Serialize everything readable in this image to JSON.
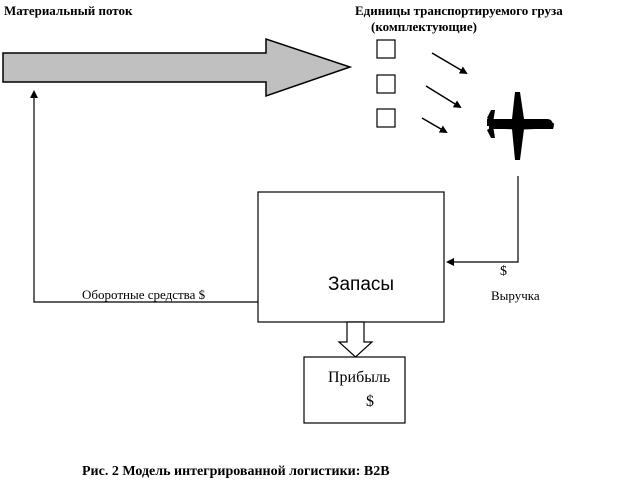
{
  "labels": {
    "material_flow": "Материальный поток",
    "cargo_units_line1": "Единицы транспортируемого груза",
    "cargo_units_line2": "(комплектующие)",
    "stocks": "Запасы",
    "working_capital": "Оборотные средства $",
    "revenue_currency": "$",
    "revenue": "Выручка",
    "profit": "Прибыль",
    "profit_currency": "$",
    "caption": "Рис. 2 Модель интегрированной логистики: B2B"
  },
  "icons": {
    "transport": "airplane-icon"
  },
  "colors": {
    "arrow_fill": "#c0c0c0",
    "stroke": "#000000",
    "background": "#ffffff"
  }
}
